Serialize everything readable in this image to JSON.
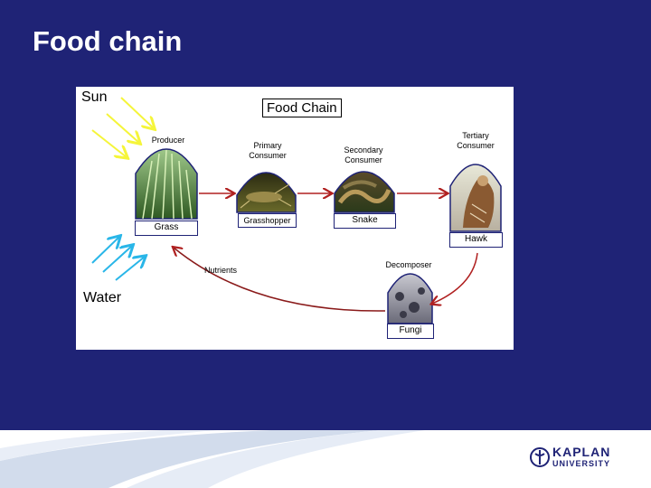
{
  "slide": {
    "title": "Food chain"
  },
  "diagram": {
    "title": "Food Chain",
    "sun_label": "Sun",
    "water_label": "Water",
    "nutrients_label": "Nutrients",
    "nodes": {
      "producer": {
        "role": "Producer",
        "name": "Grass"
      },
      "primary": {
        "role": "Primary\nConsumer",
        "name": "Grasshopper"
      },
      "secondary": {
        "role": "Secondary\nConsumer",
        "name": "Snake"
      },
      "tertiary": {
        "role": "Tertiary\nConsumer",
        "name": "Hawk"
      },
      "decomposer": {
        "role": "Decomposer",
        "name": "Fungi"
      }
    }
  },
  "footer": {
    "logo_line1": "KAPLAN",
    "logo_line2": "UNIVERSITY"
  },
  "colors": {
    "slide_bg": "#1f2376",
    "arrow": "#b02020",
    "sun_rays": "#f5f53a",
    "water_rays": "#29b6e8"
  }
}
